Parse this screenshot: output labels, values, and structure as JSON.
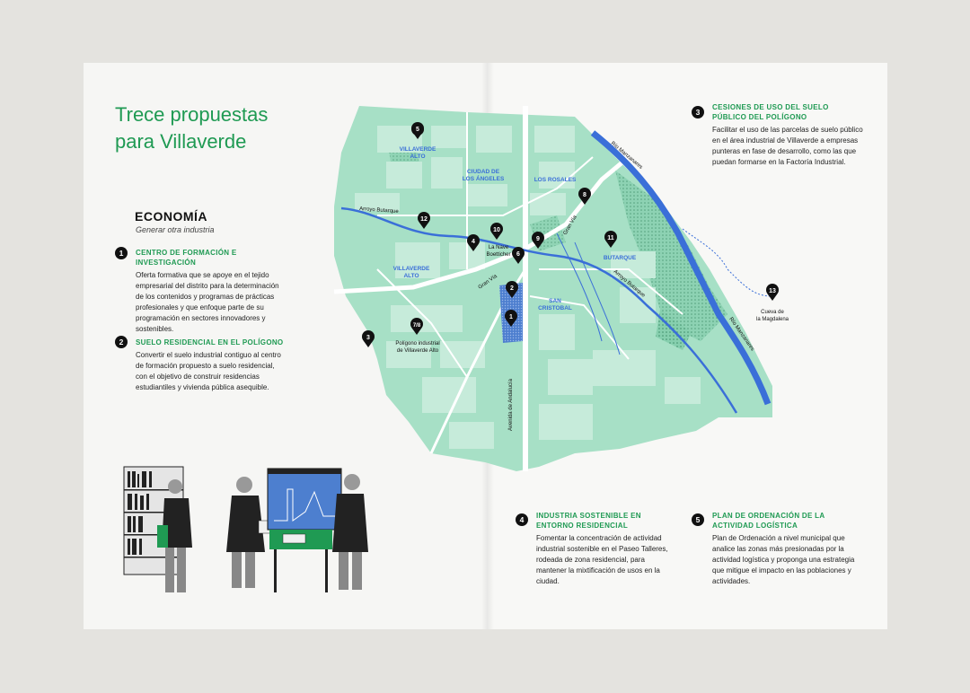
{
  "title_line1": "Trece propuestas",
  "title_line2": "para Villaverde",
  "section": {
    "title": "ECONOMÍA",
    "subtitle": "Generar otra industria"
  },
  "items": [
    {
      "num": "1",
      "title": "CENTRO DE FORMACIÓN E INVESTIGACIÓN",
      "body": "Oferta formativa que se apoye en el tejido empresarial del distrito para la determinación de los contenidos y programas de prácticas profesionales y que enfoque parte de su programación en sectores innovadores y sostenibles."
    },
    {
      "num": "2",
      "title": "SUELO RESIDENCIAL EN EL POLÍGONO",
      "body": "Convertir el suelo industrial contiguo al centro de formación propuesto a suelo residencial, con el objetivo de construir residencias estudiantiles y vivienda pública asequible."
    },
    {
      "num": "3",
      "title": "CESIONES DE USO DEL SUELO PÚBLICO DEL POLÍGONO",
      "body": "Facilitar el uso de las parcelas de suelo público en el área industrial de Villaverde a empresas punteras en fase de desarrollo, como las que puedan formarse en la Factoría Industrial."
    },
    {
      "num": "4",
      "title": "INDUSTRIA SOSTENIBLE EN ENTORNO RESIDENCIAL",
      "body": "Fomentar la concentración de actividad industrial sostenible en el Paseo Talleres, rodeada de zona residencial, para mantener la mixtificación de usos en la ciudad."
    },
    {
      "num": "5",
      "title": "PLAN DE ORDENACIÓN DE LA ACTIVIDAD LOGÍSTICA",
      "body": "Plan de Ordenación a nivel municipal que analice las zonas más presionadas por la actividad logística y proponga una estrategia que mitigue el impacto en las poblaciones y actividades."
    }
  ],
  "map": {
    "districts": {
      "villaverde_alto_n": [
        "VILLAVERDE",
        "ALTO"
      ],
      "ciudad_angeles": [
        "CIUDAD DE",
        "LOS ÁNGELES"
      ],
      "los_rosales": "LOS ROSALES",
      "villaverde_alto_w": [
        "VILLAVERDE",
        "ALTO"
      ],
      "butarque": "BUTARQUE",
      "san_cristobal": [
        "SAN",
        "CRISTOBAL"
      ]
    },
    "labels": {
      "arroyo_butarque_w": "Arroyo Butarque",
      "arroyo_butarque_e": "Arroyo Butarque",
      "rio_manzanares_n": "Río Manzanares",
      "rio_manzanares_s": "Río Manzanares",
      "gran_via_1": "Gran Vía",
      "gran_via_2": "Gran Vía",
      "avenida": "Avenida de Andalucía",
      "nave_boetticher": [
        "La Nave",
        "Boetticher"
      ],
      "poligono": [
        "Polígono industrial",
        "de Villaverde Alto"
      ],
      "cueva": [
        "Cueva de",
        "la Magdalena"
      ]
    },
    "markers": [
      "1",
      "2",
      "3",
      "4",
      "5",
      "6",
      "7/8",
      "8",
      "9",
      "10",
      "11",
      "12",
      "13"
    ]
  },
  "colors": {
    "accent": "#1f9a53",
    "map_fill": "#a7e0c6",
    "river": "#3a6fd8",
    "road": "#ffffff",
    "block": "#c6ebda"
  }
}
